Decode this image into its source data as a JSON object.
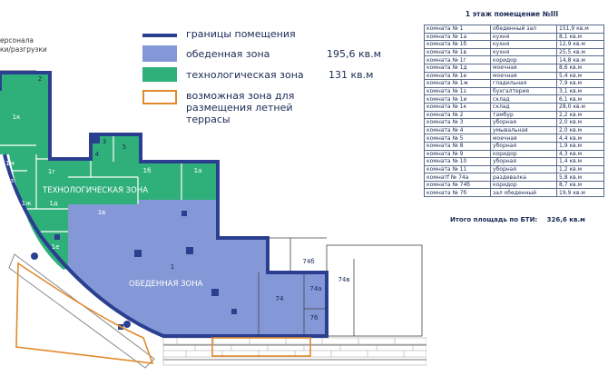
{
  "legend": {
    "items": [
      {
        "label": "границы помещения",
        "value": ""
      },
      {
        "label": "обеденная зона",
        "value": "195,6 кв.м"
      },
      {
        "label": "технологическая зона",
        "value": "131 кв.м"
      },
      {
        "label": "возможная зона для размещения летней террасы",
        "value": ""
      }
    ],
    "colors": {
      "border": "#2a3f8f",
      "dining": "#8497d6",
      "tech": "#2fb07a",
      "terrace": "#e08a2c"
    }
  },
  "table": {
    "title": "1 этаж помещение №III",
    "rows": [
      {
        "room": "комната № 1",
        "name": "обеденный зал",
        "area": "151,9 кв.м"
      },
      {
        "room": "комната № 1а",
        "name": "кухня",
        "area": "8,1 кв.м"
      },
      {
        "room": "комната № 1б",
        "name": "кухня",
        "area": "12,9 кв.м"
      },
      {
        "room": "комната № 1в",
        "name": "кухня",
        "area": "25,5 кв.м"
      },
      {
        "room": "комната № 1г",
        "name": "коридор",
        "area": "14,8 кв.м"
      },
      {
        "room": "комната № 1д",
        "name": "моечная",
        "area": "8,6 кв.м"
      },
      {
        "room": "комната № 1е",
        "name": "моечная",
        "area": "5,4 кв.м"
      },
      {
        "room": "комната № 1ж",
        "name": "гладильная",
        "area": "7,9 кв.м"
      },
      {
        "room": "комната № 1з",
        "name": "бухгалтерия",
        "area": "3,1 кв.м"
      },
      {
        "room": "комната № 1и",
        "name": "склад",
        "area": "6,1 кв.м"
      },
      {
        "room": "комната № 1к",
        "name": "склад",
        "area": "28,0 кв.м"
      },
      {
        "room": "комната № 2",
        "name": "тамбур",
        "area": "2,2 кв.м"
      },
      {
        "room": "комната № 3",
        "name": "уборная",
        "area": "2,0 кв.м"
      },
      {
        "room": "комната № 4",
        "name": "умывальная",
        "area": "2,0 кв.м"
      },
      {
        "room": "комната № 5",
        "name": "моечная",
        "area": "4,4 кв.м"
      },
      {
        "room": "комната № 8",
        "name": "уборная",
        "area": "1,9 кв.м"
      },
      {
        "room": "комната № 9",
        "name": "коридор",
        "area": "4,3 кв.м"
      },
      {
        "room": "комната № 10",
        "name": "уборная",
        "area": "1,4 кв.м"
      },
      {
        "room": "комната № 11",
        "name": "уборная",
        "area": "1,2 кв.м"
      },
      {
        "room": "комнатf № 74а",
        "name": "раздевалка",
        "area": "5,8 кв.м"
      },
      {
        "room": "комната № 74б",
        "name": "коридор",
        "area": "8,7 кв.м"
      },
      {
        "room": "комната № 7б",
        "name": "зал обеденный",
        "area": "19,9 кв.м"
      }
    ],
    "total_label": "Итого площадь по БТИ:",
    "total_value": "326,6 кв.м"
  },
  "plan": {
    "top_left_text": [
      "ерсонала",
      "ки/разгрузки"
    ],
    "zone_tech_label": "ТЕХНОЛОГИЧЕСКАЯ ЗОНА",
    "zone_dining_label": "ОБЕДЕННАЯ ЗОНА",
    "rooms": [
      "2",
      "1к",
      "1м",
      "1з",
      "1г",
      "1ж",
      "1д",
      "1е",
      "3",
      "4",
      "5",
      "1б",
      "1а",
      "1в",
      "1",
      "74б",
      "74а",
      "74",
      "7б",
      "74в"
    ]
  }
}
